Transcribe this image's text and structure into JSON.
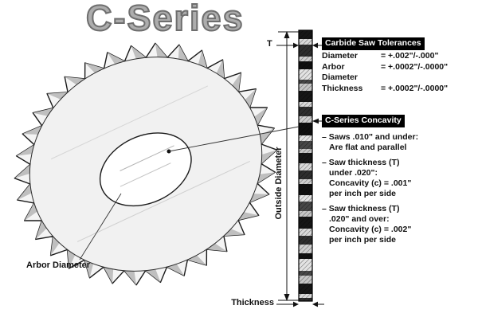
{
  "title": "C-Series",
  "diagram": {
    "arbor_label": "Arbor Diameter",
    "outside_diameter_label": "Outside Diameter",
    "thickness_label": "Thickness",
    "t_label": "T"
  },
  "tolerances": {
    "header": "Carbide Saw Tolerances",
    "rows": [
      {
        "label": "Diameter",
        "value": "= +.002\"/-.000\""
      },
      {
        "label": "Arbor Diameter",
        "value": "= +.0002\"/-.0000\""
      },
      {
        "label": "Thickness",
        "value": "= +.0002\"/-.0000\""
      }
    ]
  },
  "concavity": {
    "header": "C-Series Concavity",
    "items": [
      {
        "lines": [
          "– Saws .010\" and under:",
          "Are flat and parallel"
        ]
      },
      {
        "lines": [
          "– Saw thickness (T)",
          "under .020\":",
          "Concavity (c) = .001\"",
          "per inch per side"
        ]
      },
      {
        "lines": [
          "– Saw thickness (T)",
          ".020\" and over:",
          "Concavity (c) = .002\"",
          "per inch per side"
        ]
      }
    ]
  },
  "colors": {
    "header_bg": "#000000",
    "header_text": "#ffffff",
    "title": "#adadad"
  }
}
